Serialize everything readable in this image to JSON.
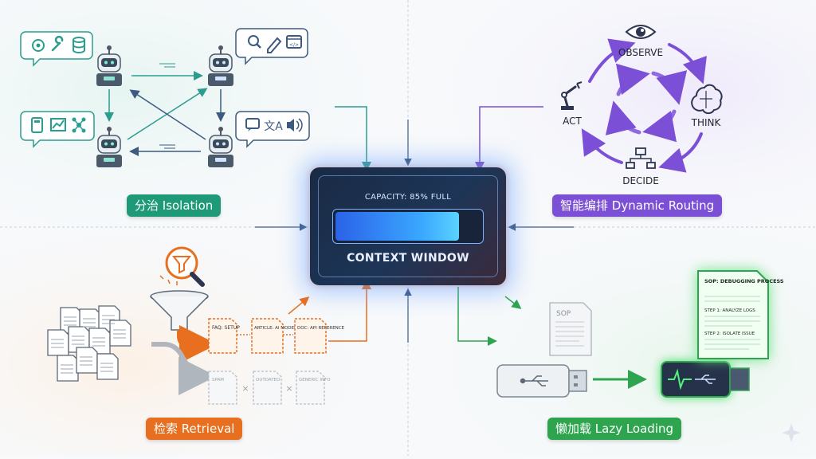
{
  "quadrants": {
    "isolation": {
      "label": "分治 Isolation",
      "color": "#1e9a78"
    },
    "routing": {
      "label": "智能编排 Dynamic Routing",
      "color": "#7b4fd6",
      "cycle": {
        "observe": "OBSERVE",
        "think": "THINK",
        "decide": "DECIDE",
        "act": "ACT"
      }
    },
    "retrieval": {
      "label": "检索 Retrieval",
      "color": "#e86f1f",
      "selected_docs": [
        "FAQ: SETUP",
        "ARTICLE: AI MODELS",
        "DOC: API REFERENCE"
      ],
      "rejected_docs": [
        "SPAM",
        "OUTDATED",
        "GENERIC INFO"
      ]
    },
    "lazy_loading": {
      "label": "懒加载 Lazy Loading",
      "color": "#2ea44f",
      "sop_small": "SOP",
      "sop_title": "SOP: DEBUGGING PROCESS",
      "sop_steps": [
        "STEP 1: ANALYZE LOGS",
        "STEP 2: ISOLATE ISSUE"
      ]
    }
  },
  "center": {
    "capacity_text": "CAPACITY: 85% FULL",
    "capacity_fraction": 0.85,
    "title": "CONTEXT WINDOW"
  },
  "icons": {
    "isolation_bubble_1": [
      "gear-icon",
      "wrench-icon",
      "database-icon"
    ],
    "isolation_bubble_2": [
      "search-icon",
      "pencil-icon",
      "code-window-icon"
    ],
    "isolation_bubble_3": [
      "calculator-icon",
      "chart-icon",
      "network-icon"
    ],
    "isolation_bubble_4": [
      "chat-icon",
      "translate-icon",
      "speaker-icon"
    ],
    "routing": [
      "eye-icon",
      "brain-icon",
      "flowchart-icon",
      "robot-arm-icon"
    ],
    "retrieval": [
      "magnifier-filter-icon",
      "funnel-icon",
      "document-stack-icon"
    ],
    "lazy": [
      "usb-drive-icon",
      "usb-drive-active-icon"
    ]
  }
}
